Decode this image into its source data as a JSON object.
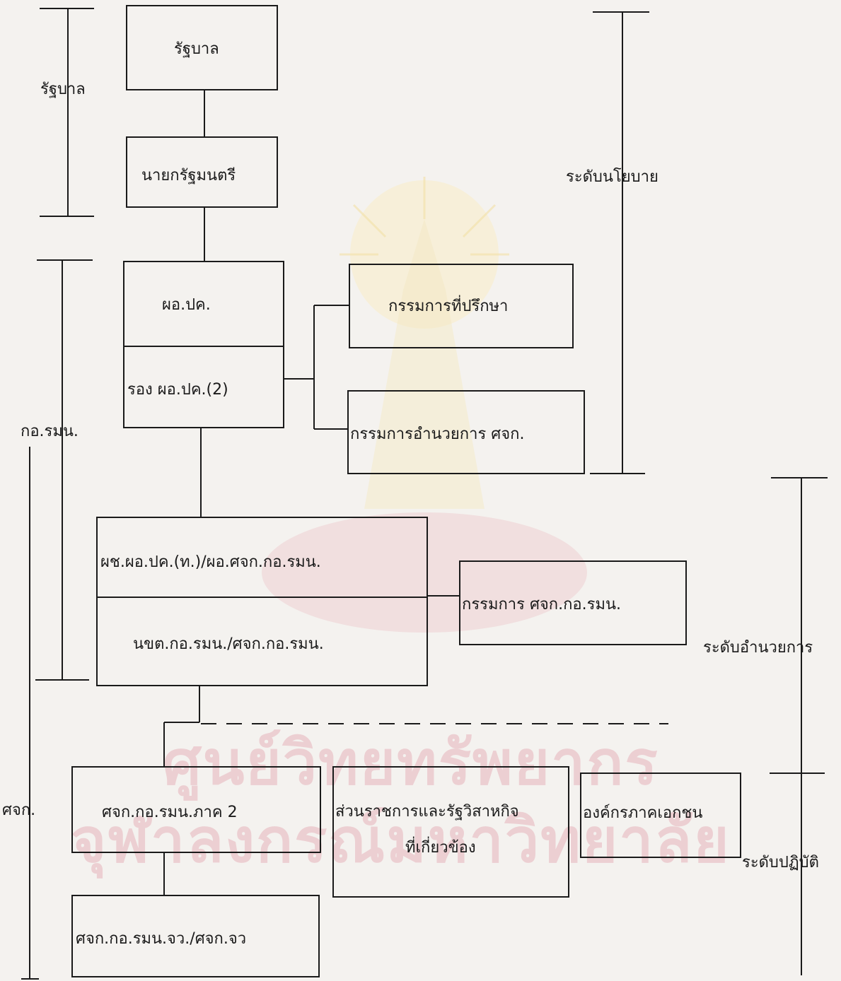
{
  "boxes": {
    "government": "รัฐบาล",
    "prime_minister": "นายกรัฐมนตรี",
    "director": "ผอ.ปค.",
    "deputy_director": "รอง ผอ.ปค.(2)",
    "advisory_committee": "กรรมการที่ปรึกษา",
    "command_committee": "กรรมการอำนวยการ ศจก.",
    "assistant_director": "ผช.ผอ.ปค.(ท.)/ผอ.ศจก.กอ.รมน.",
    "policy_staff": "นขต.กอ.รมน./ศจก.กอ.รมน.",
    "committee_sjk": "กรรมการ ศจก.กอ.รมน.",
    "region_center": "ศจก.กอ.รมน.ภาค 2",
    "government_agencies": "ส่วนราชการและรัฐวิสาหกิจ",
    "government_agencies_2": "ที่เกี่ยวข้อง",
    "private_orgs": "องค์กรภาคเอกชน",
    "province_center": "ศจก.กอ.รมน.จว./ศจก.จว"
  },
  "left_labels": {
    "government": "รัฐบาล",
    "isoc": "กอ.รมน.",
    "sjk": "ศจก."
  },
  "right_labels": {
    "policy_level": "ระดับนโยบาย",
    "command_level": "ระดับอำนวยการ",
    "operational_level": "ระดับปฏิบัติ"
  },
  "watermark": {
    "line1": "ศูนย์วิทยทรัพยากร",
    "line2": "จุฬาลงกรณ์มหาวิทยาลัย"
  },
  "colors": {
    "ink": "#1a1a1a",
    "paper": "#f4f2ef",
    "watermark": "#e7b3bb"
  }
}
